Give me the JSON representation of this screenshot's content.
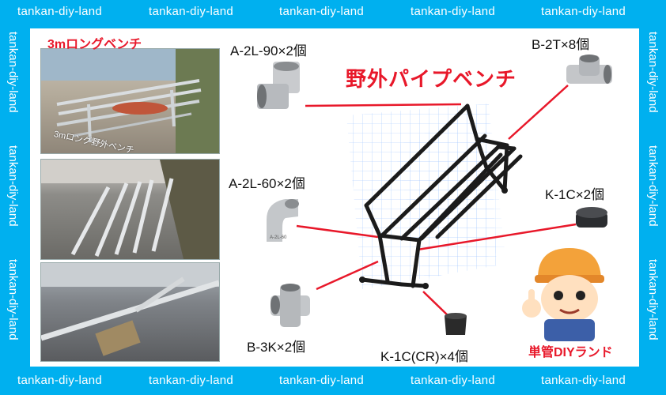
{
  "watermark": {
    "text": "tankan-diy-land"
  },
  "photos": {
    "caption": "3mロングベンチ",
    "photo_1_overlay": "3mロング野外ベンチ"
  },
  "title": "野外パイプベンチ",
  "parts": {
    "a2l90": "A-2L-90×2個",
    "b2t": "B-2T×8個",
    "a2l60": "A-2L-60×2個",
    "k1c": "K-1C×2個",
    "b3k": "B-3K×2個",
    "k1ccr": "K-1C(CR)×4個"
  },
  "part_stamps": {
    "a2l60_stamp": "A-2L-60"
  },
  "brand": "単管DIYランド",
  "colors": {
    "border": "#00b0ef",
    "accent_red": "#e8182a",
    "pipe": "#1b1b1b",
    "grid": "#9fc6ff"
  }
}
